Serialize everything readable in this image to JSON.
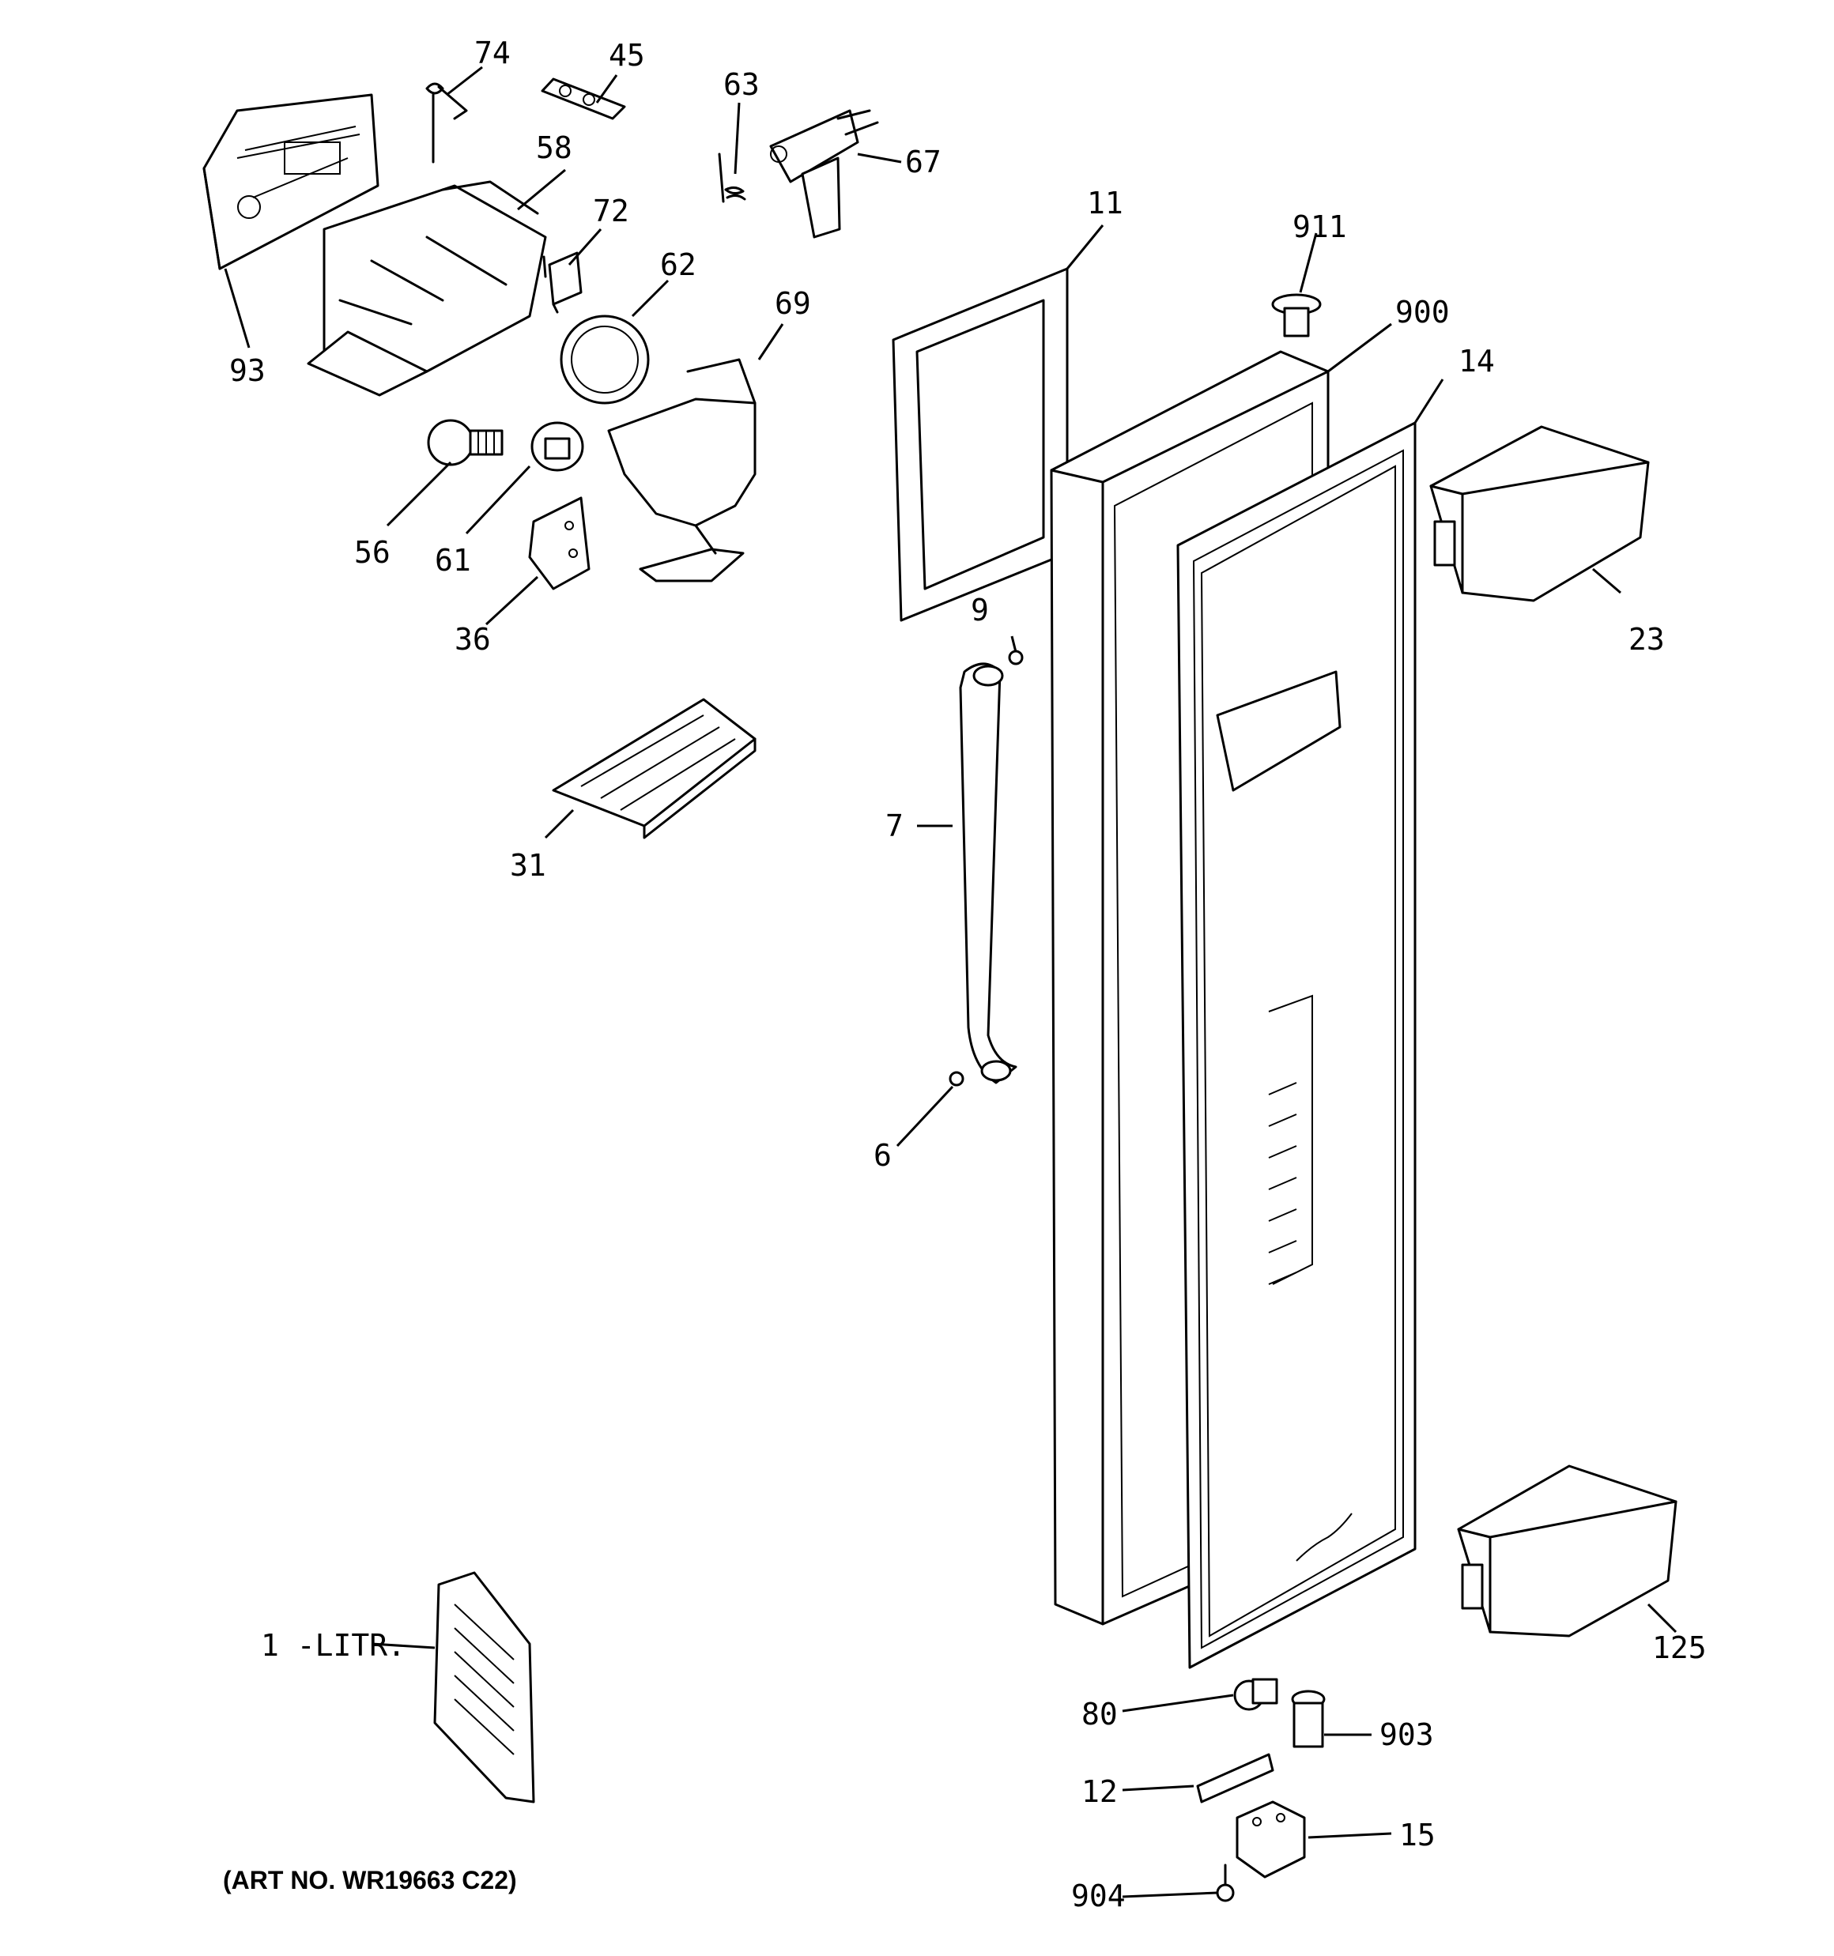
{
  "diagram": {
    "caption": "(ART NO. WR19663 C22)",
    "callouts": {
      "c74": "74",
      "c45": "45",
      "c63": "63",
      "c67": "67",
      "c58": "58",
      "c72": "72",
      "c62": "62",
      "c69": "69",
      "c93": "93",
      "c56": "56",
      "c61": "61",
      "c36": "36",
      "c31": "31",
      "c11": "11",
      "c911": "911",
      "c900": "900",
      "c14": "14",
      "c23": "23",
      "c9": "9",
      "c7": "7",
      "c6": "6",
      "c1": "1 -LITR.",
      "c125": "125",
      "c80": "80",
      "c903": "903",
      "c12": "12",
      "c15": "15",
      "c904": "904"
    }
  }
}
